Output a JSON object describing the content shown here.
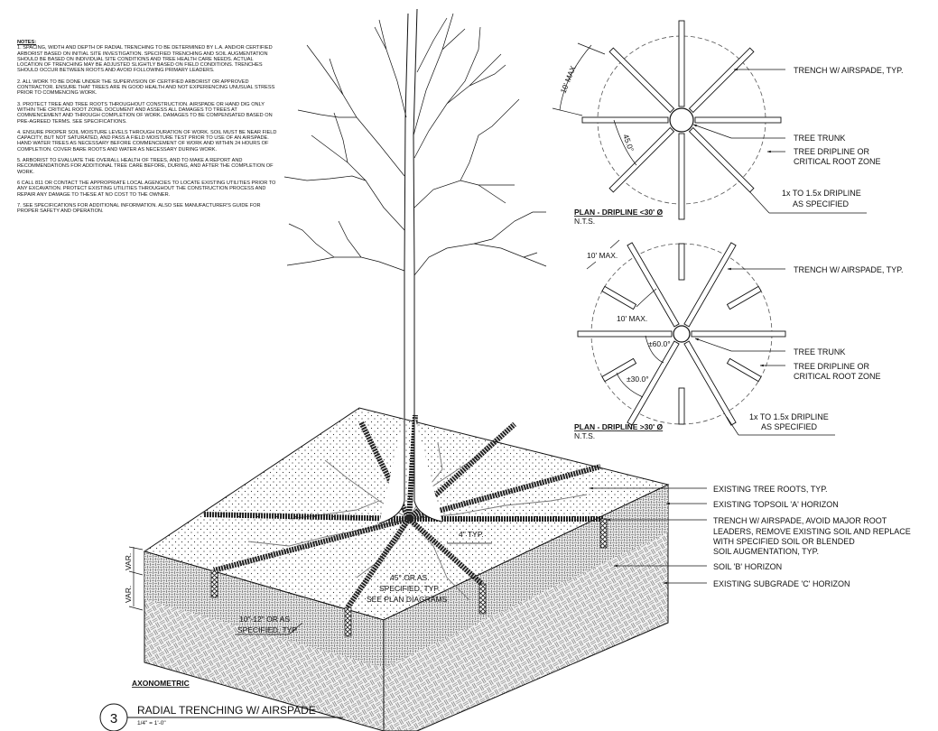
{
  "notes": {
    "title": "NOTES:",
    "items": [
      "1. Spacing, width and depth of radial trenching to be determined by L.A. and/or certified arborist based on initial site investigation.  Specified trenching and soil augmentation should be based on individual site conditions and tree health care needs. Actual location of trenching may be adjusted slightly based on field conditions. Trenches should occur between roots and avoid following primary leaders.",
      "2. All work to be done under the supervision of certified arborist or approved contractor. Ensure that trees are in good health and not experiencing unusual stress prior to commencing work.",
      "3. Protect tree and tree roots throughout construction. Airspade or hand dig only within the critical root zone. Document and assess all damages to trees at commencement and through completion of work.  Damages to be compensated based on pre-agreed terms.  See specifications.",
      "4. Ensure proper soil moisture levels through duration of work. Soil must be near field capacity, but not saturated, and pass a field moisture test prior to use of an airspade. Hand water trees as necessary before commencement of work and within 24 hours of completion. Cover bare roots and water as necessary during work.",
      "5. Arborist to evaluate the overall health of trees, and to make a report and recommendations for additional tree care before, during, and after the completion of work.",
      "6 Call 811 or contact the appropriate local agencies to locate existing utilities prior to any excavation. Protect existing utilities throughout the construction process and repair any damage to these at no cost to the owner.",
      "7. See specifications for additional information. Also see manufacturer's guide for proper safety and operation."
    ]
  },
  "plan_small": {
    "title": "PLAN - DRIPLINE <30' Ø",
    "scale": "N.T.S.",
    "dim_arc": "10' MAX.",
    "dim_angle": "45.0°",
    "callouts": {
      "trench": "TRENCH W/ AIRSPADE, TYP.",
      "trunk": "TREE TRUNK",
      "dripline_1": "TREE DRIPLINE OR",
      "dripline_2": "CRITICAL ROOT ZONE",
      "extent_1": "1x TO 1.5x DRIPLINE",
      "extent_2": "AS SPECIFIED"
    }
  },
  "plan_large": {
    "title": "PLAN - DRIPLINE >30' Ø",
    "scale": "N.T.S.",
    "dim_outer": "10' MAX.",
    "dim_inner": "10' MAX.",
    "dim_angle_60": "±60.0°",
    "dim_angle_30": "±30.0°",
    "callouts": {
      "trench": "TRENCH W/ AIRSPADE, TYP.",
      "trunk": "TREE TRUNK",
      "dripline_1": "TREE DRIPLINE OR",
      "dripline_2": "CRITICAL ROOT ZONE",
      "extent_1": "1x TO 1.5x DRIPLINE",
      "extent_2": "AS SPECIFIED"
    }
  },
  "axonometric": {
    "label": "AXONOMETRIC",
    "dim_var_1": "VAR.",
    "dim_var_2": "VAR.",
    "width_note_1": "10\"-12\" OR AS",
    "width_note_2": "SPECIFIED, TYP.",
    "angle_note_1": "45° OR AS",
    "angle_note_2": "SPECIFIED, TYP.",
    "angle_note_3": "SEE PLAN DIAGRAMS",
    "depth_note": "4\" TYP.",
    "callouts": [
      "EXISTING TREE ROOTS, TYP.",
      "EXISTING TOPSOIL 'A' HORIZON",
      "TRENCH W/ AIRSPADE, AVOID MAJOR ROOT",
      "LEADERS, REMOVE EXISTING SOIL AND REPLACE",
      "WITH SPECIFIED SOIL OR BLENDED",
      "SOIL AUGMENTATION, TYP.",
      "SOIL 'B' HORIZON",
      "EXISTING SUBGRADE 'C' HORIZON"
    ]
  },
  "title_block": {
    "number": "3",
    "title": "RADIAL TRENCHING W/ AIRSPADE",
    "scale": "1/4\" = 1'-0\""
  }
}
